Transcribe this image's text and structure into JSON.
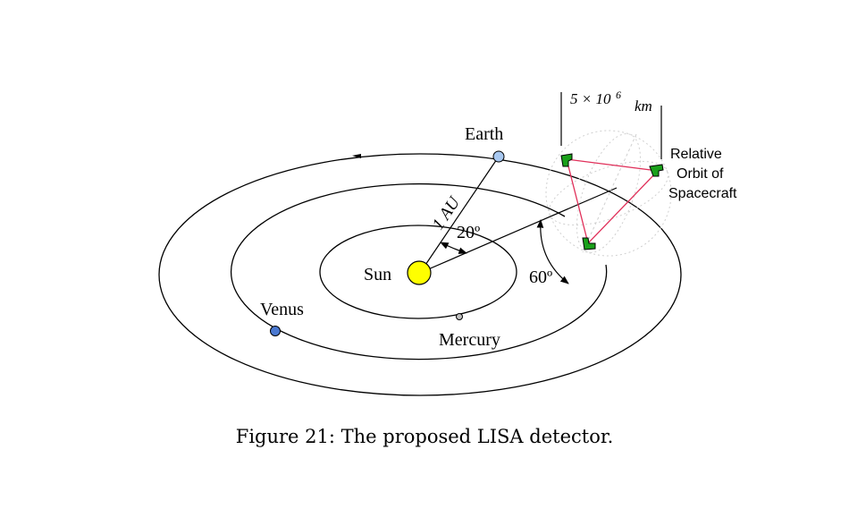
{
  "labels": {
    "earth": "Earth",
    "sun": "Sun",
    "venus": "Venus",
    "mercury": "Mercury",
    "au": "1 AU",
    "angle20": "20º",
    "angle60": "60º",
    "scale_mantissa": "5 × 10",
    "scale_exp": "6",
    "scale_unit": "km",
    "relative_1": "Relative",
    "relative_2": "Orbit of",
    "relative_3": "Spacecraft"
  },
  "caption": "Figure 21: The proposed LISA detector.",
  "colors": {
    "sun": "#ffff00",
    "earth": "#a8c8f0",
    "venus": "#4a78d0",
    "mercury": "#c0c0c0",
    "spacecraft": "#1aa01a",
    "laser_arm": "#e0305a",
    "relative_orbit": "#c8c8c8"
  }
}
